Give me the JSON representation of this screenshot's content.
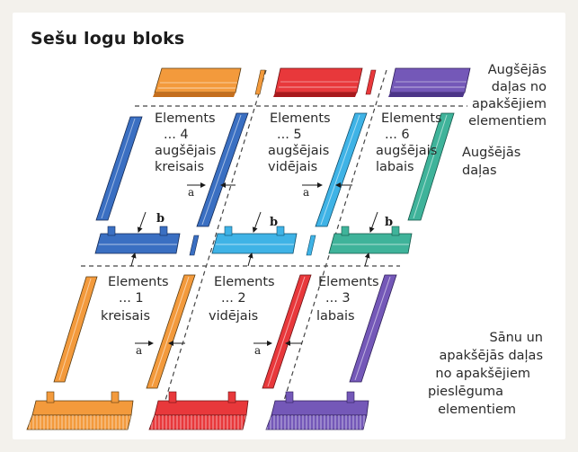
{
  "title": "Sešu logu bloks",
  "colors": {
    "background": "#f3f1ec",
    "card": "#ffffff",
    "orange": "#f39a3c",
    "red": "#e8383b",
    "purple": "#7458b8",
    "dark_blue": "#3a6fc2",
    "light_blue": "#3fb3e6",
    "teal": "#3fb39a",
    "line": "#444444"
  },
  "elements": {
    "e4": {
      "line1": "Elements",
      "line2": "... 4",
      "line3": "augšējais",
      "line4": "kreisais"
    },
    "e5": {
      "line1": "Elements",
      "line2": "... 5",
      "line3": "augšējais",
      "line4": "vidējais"
    },
    "e6": {
      "line1": "Elements",
      "line2": "... 6",
      "line3": "augšējais",
      "line4": "labais"
    },
    "e1": {
      "line1": "Elements",
      "line2": "... 1",
      "line3": "kreisais"
    },
    "e2": {
      "line1": "Elements",
      "line2": "... 2",
      "line3": "vidējais"
    },
    "e3": {
      "line1": "Elements",
      "line2": "... 3",
      "line3": "labais"
    }
  },
  "dimensions": {
    "a": "a",
    "b": "b"
  },
  "side_labels": {
    "top_from_bottom": {
      "l1": "Augšējās",
      "l2": "daļas no",
      "l3": "apakšējiem",
      "l4": "elementiem"
    },
    "top_parts": {
      "l1": "Augšējās",
      "l2": "daļas"
    },
    "side_bottom": {
      "l1": "Sānu un",
      "l2": "apakšējās daļas",
      "l3": "no apakšējiem",
      "l4": "pieslēguma",
      "l5": "elementiem"
    }
  }
}
